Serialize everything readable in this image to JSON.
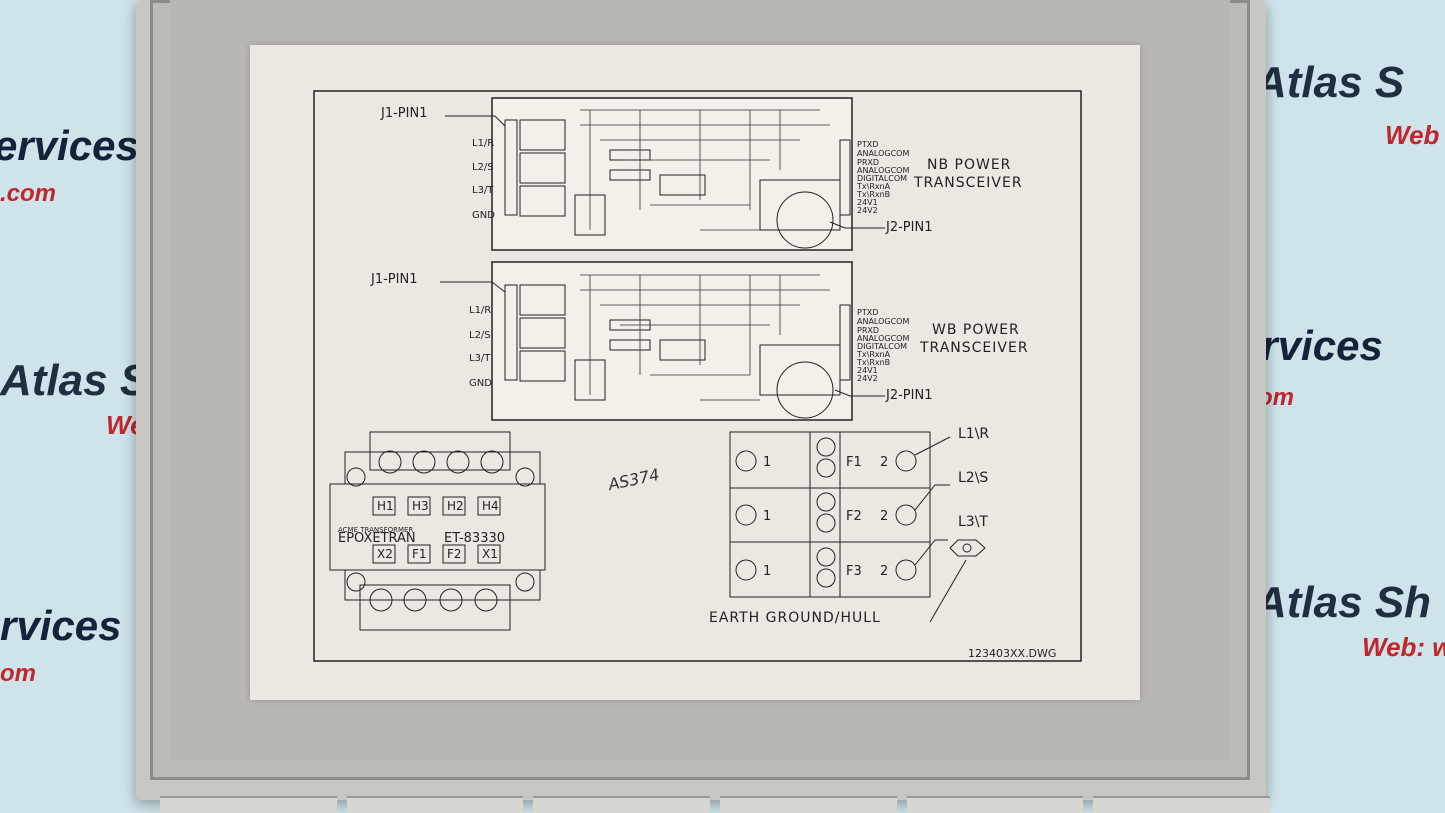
{
  "background_banner": {
    "brand_text_1": "Atlas S",
    "brand_text_2": "Atlas Sh",
    "web_label_1": "Web",
    "web_label_2": "Web: w",
    "services_text": "ervices",
    "services_text_2": "rvices",
    "com_text": ".com",
    "com_text_2": "om",
    "atlas_top_right": "Atlas S",
    "web_top_right": "Web"
  },
  "board_nb": {
    "pin_label_left": "J1-PIN1",
    "pin_label_right": "J2-PIN1",
    "left_pins": [
      "L1/R",
      "L2/S",
      "L3/T",
      "GND"
    ],
    "right_pins": [
      "PTXD",
      "ANALOGCOM",
      "PRXD",
      "ANALOGCOM",
      "DIGITALCOM",
      "Tx\\RxnA",
      "Tx\\RxnB",
      "24V1",
      "24V2"
    ],
    "title_line1": "NB POWER",
    "title_line2": "TRANSCEIVER"
  },
  "board_wb": {
    "pin_label_left": "J1-PIN1",
    "pin_label_right": "J2-PIN1",
    "left_pins": [
      "L1/R",
      "L2/S",
      "L3/T",
      "GND"
    ],
    "right_pins": [
      "PTXD",
      "ANALOGCOM",
      "PRXD",
      "ANALOGCOM",
      "DIGITALCOM",
      "Tx\\RxnA",
      "Tx\\RxnB",
      "24V1",
      "24V2"
    ],
    "title_line1": "WB POWER",
    "title_line2": "TRANSCEIVER"
  },
  "transformer": {
    "top_terminals": [
      "H1",
      "H3",
      "H2",
      "H4"
    ],
    "maker": "ACME TRANSFORMER",
    "model_left": "EPOXETRAN",
    "model_right": "ET-83330",
    "bottom_terminals": [
      "X2",
      "F1",
      "F2",
      "X1"
    ]
  },
  "handwritten_note": "AS374",
  "fuse_block": {
    "rows": [
      {
        "left": "1",
        "fuse": "F1",
        "right": "2",
        "line": "L1\\R"
      },
      {
        "left": "1",
        "fuse": "F2",
        "right": "2",
        "line": "L2\\S"
      },
      {
        "left": "1",
        "fuse": "F3",
        "right": "2",
        "line": "L3\\T"
      }
    ],
    "ground_label": "EARTH GROUND/HULL"
  },
  "drawing_number": "123403XX.DWG"
}
